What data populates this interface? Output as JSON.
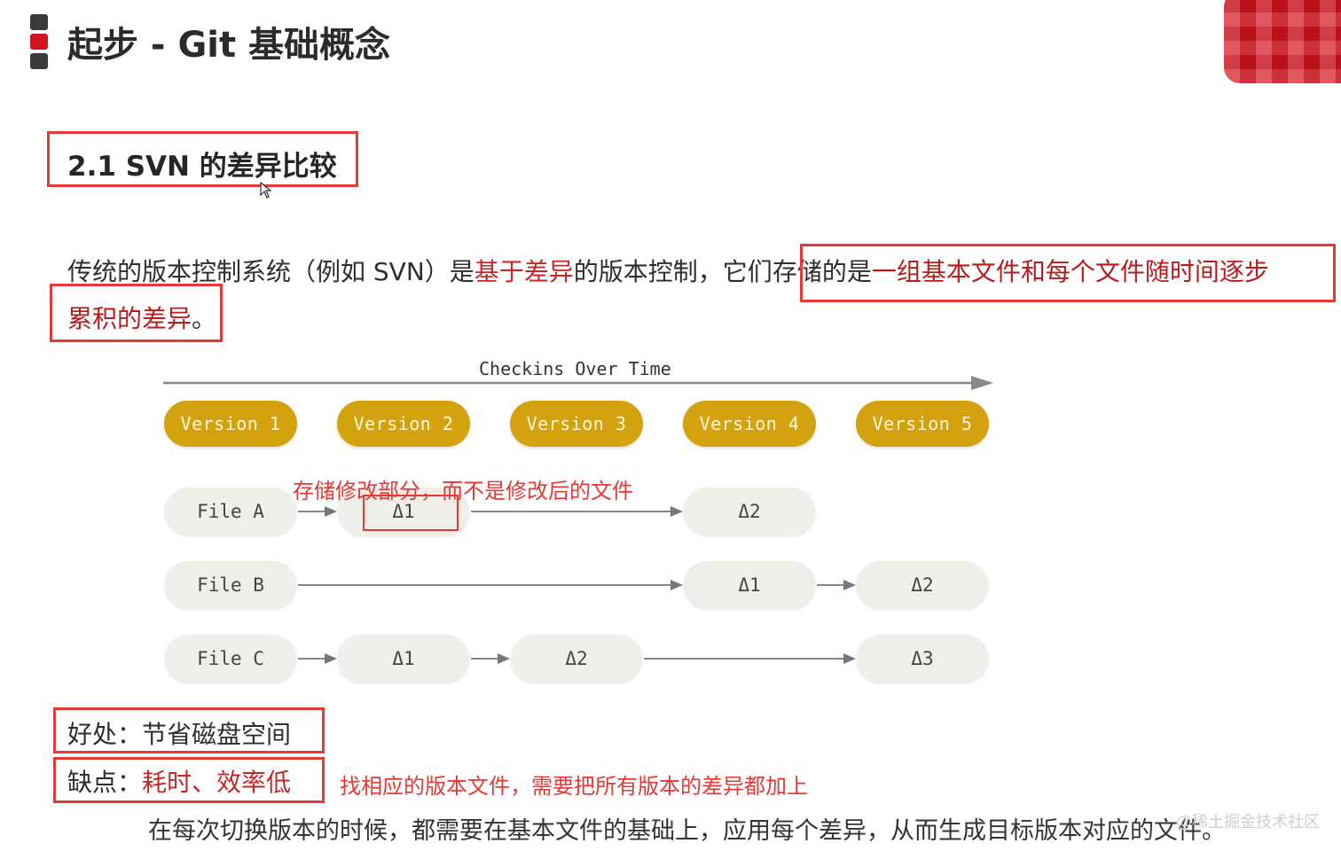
{
  "header": {
    "title": "起步 - Git 基础概念"
  },
  "section": {
    "title": "2.1 SVN 的差异比较"
  },
  "intro": {
    "line1_a": "传统的版本控制系统（例如 SVN）是",
    "line1_b": "基于差异",
    "line1_c": "的版本控制，它们",
    "line1_d": "存储的是",
    "line1_e": "一组基本文件和",
    "line1_f": "每个文件随时间逐步",
    "line2": "累积的差异",
    "line2_end": "。"
  },
  "diagram": {
    "axis_label": "Checkins Over Time",
    "versions": [
      "Version 1",
      "Version 2",
      "Version 3",
      "Version 4",
      "Version 5"
    ],
    "files": [
      "File A",
      "File B",
      "File C"
    ],
    "deltas": {
      "a1": "Δ1",
      "a2": "Δ2",
      "b1": "Δ1",
      "b2": "Δ2",
      "c1": "Δ1",
      "c2": "Δ2",
      "c3": "Δ3"
    },
    "annotation": "存储修改部分，而不是修改后的文件"
  },
  "pros": {
    "label": "好处：",
    "text": "节省磁盘空间"
  },
  "cons": {
    "label": "缺点：",
    "text": "耗时、效率低"
  },
  "cons_note": "找相应的版本文件，需要把所有版本的差异都加上",
  "subtitle": "在每次切换版本的时候，都需要在基本文件的基础上，应用每个差异，从而生成目标版本对应的文件。",
  "watermark": "@稀土掘金技术社区",
  "colors": {
    "accent_red": "#e53935",
    "version_gold": "#d4a20f",
    "pill_bg": "#f0eee8"
  }
}
